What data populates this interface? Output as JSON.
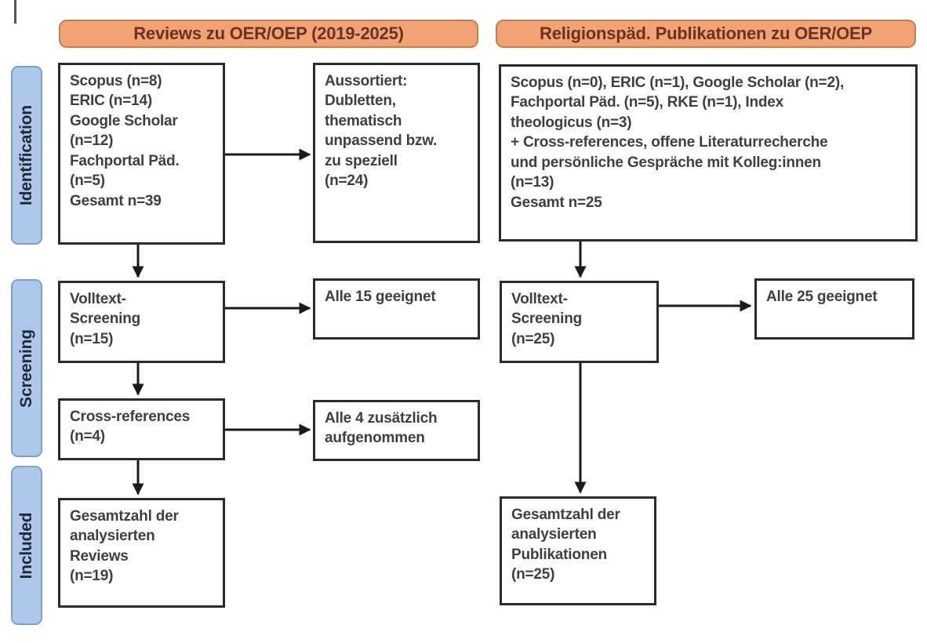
{
  "diagram": {
    "headers": {
      "reviews": "Reviews zu OER/OEP (2019-2025)",
      "religionspaed": "Religionspäd. Publikationen zu OER/OEP"
    },
    "stages": {
      "identification": "Identification",
      "screening": "Screening",
      "included": "Included"
    },
    "left": {
      "sources": "Scopus (n=8)\nERIC (n=14)\nGoogle Scholar\n(n=12)\nFachportal Päd.\n(n=5)\nGesamt n=39",
      "excluded": "Aussortiert:\nDubletten,\nthematisch\nunpassend bzw.\nzu speziell\n(n=24)",
      "fulltext": "Volltext-\nScreening\n(n=15)",
      "eligible": "Alle 15 geeignet",
      "crossref": "Cross-references\n(n=4)",
      "added": "Alle 4 zusätzlich\naufgenommen",
      "included": "Gesamtzahl der\nanalysierten\nReviews\n(n=19)"
    },
    "right": {
      "sources": "Scopus (n=0), ERIC (n=1), Google Scholar (n=2),\nFachportal Päd. (n=5), RKE (n=1), Index\ntheologicus (n=3)\n+ Cross-references, offene Literaturrecherche\nund persönliche Gespräche mit Kolleg:innen\n(n=13)\nGesamt n=25",
      "fulltext": "Volltext-\nScreening\n(n=25)",
      "eligible": "Alle 25 geeignet",
      "included": "Gesamtzahl der\nanalysierten\nPublikationen\n(n=25)"
    }
  },
  "colors": {
    "header_fill": "#f1a376",
    "header_border": "#c77b51",
    "header_text": "#6b3121",
    "stage_fill": "#afc7e8",
    "stage_border": "#7f9fcb",
    "stage_text": "#1f2937",
    "box_border": "#2b2b2b",
    "box_text": "#3f3f3f",
    "arrow": "#1a1a1a"
  }
}
